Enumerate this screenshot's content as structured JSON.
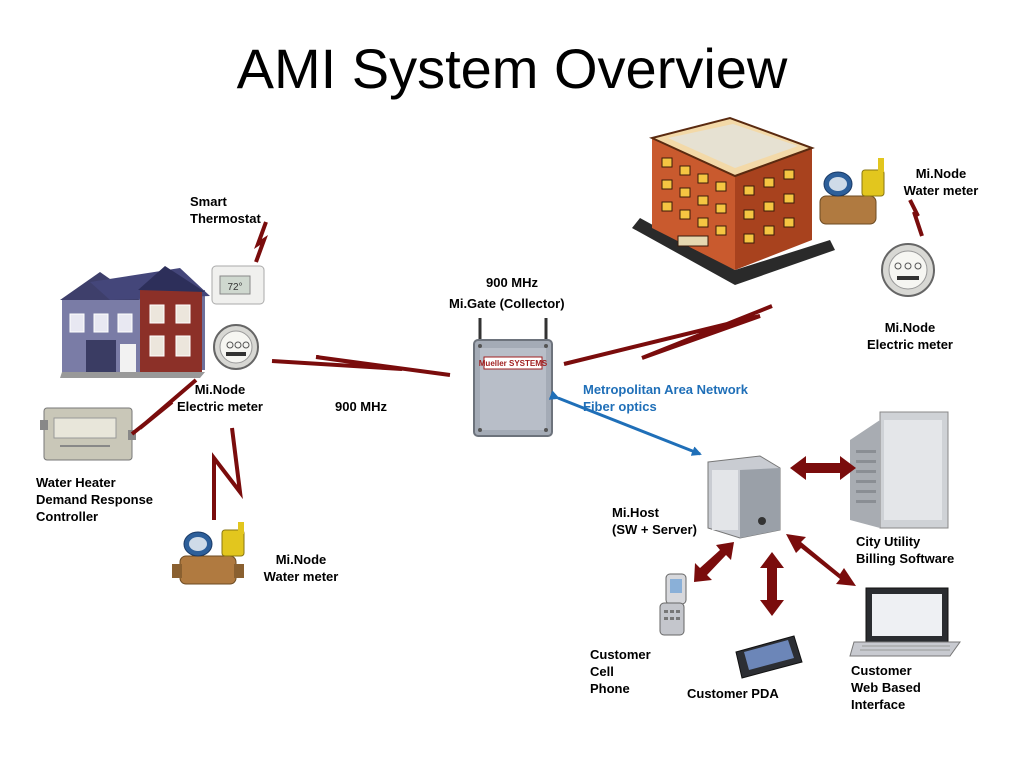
{
  "title": "AMI System Overview",
  "colors": {
    "link": "#7a0c0c",
    "man": "#1f6fb8",
    "text": "#000000"
  },
  "labels": {
    "smart_thermostat": [
      "Smart",
      "Thermostat"
    ],
    "left_electric_meter": [
      "Mi.Node",
      "Electric meter"
    ],
    "water_heater": [
      "Water Heater",
      "Demand Response",
      "Controller"
    ],
    "left_water_meter": [
      "Mi.Node",
      "Water meter"
    ],
    "radio_900": "900 MHz",
    "gate_freq": "900 MHz",
    "gate_name": "Mi.Gate (Collector)",
    "gate_brand": "Mueller SYSTEMS",
    "man": [
      "Metropolitan Area Network",
      "Fiber optics"
    ],
    "right_water_meter": [
      "Mi.Node",
      "Water meter"
    ],
    "right_electric_meter": [
      "Mi.Node",
      "Electric meter"
    ],
    "host": [
      "Mi.Host",
      "(SW + Server)"
    ],
    "billing": [
      "City Utility",
      "Billing Software"
    ],
    "cell_phone": [
      "Customer",
      "Cell",
      "Phone"
    ],
    "pda": "Customer PDA",
    "web": [
      "Customer",
      "Web Based",
      "Interface"
    ]
  },
  "icons": [
    "house-icon",
    "thermostat-icon",
    "electric-meter-icon",
    "water-heater-controller-icon",
    "water-meter-icon",
    "collector-gateway-icon",
    "office-building-icon",
    "server-icon",
    "billing-server-icon",
    "cell-phone-icon",
    "pda-icon",
    "laptop-icon"
  ]
}
